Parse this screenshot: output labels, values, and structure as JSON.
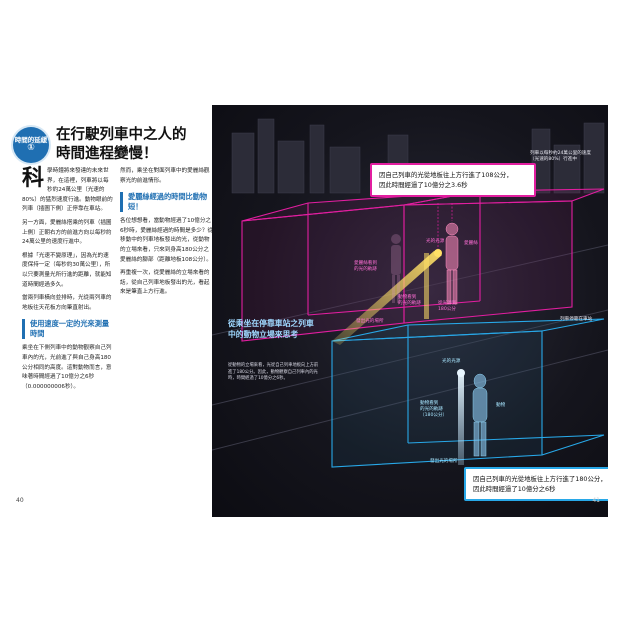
{
  "left_page": {
    "badge": {
      "label": "時間的延緩",
      "number": "①"
    },
    "title_lines": [
      "在行駛列車中之人的",
      "時間進程變慢！"
    ],
    "col1": {
      "dropcap": "科",
      "p1": "學時鐘將來發達的未來世界，在這裡，列車將以每秒約24萬公里（光速的80%）的猛烈速度行進。動物眼前的列車（插圖下側）正停靠在車站。",
      "p2": "另一方面，愛麗絲搭乘的列車（插圖上側）正朝右方的前進方向以每秒約24萬公里的速度行進中。",
      "p3": "根據「光速不變原理」，因為光的速度保持一定（每秒約30萬公里），所以只要測量光所行進的距離，就能知道時間經過多久。",
      "p4": "當兩列車橫向並排時，光從兩列車的地板往天花板方向筆直射出。",
      "subhead": "使用速度一定的光來測量時間",
      "p5": "乘坐在下側列車中的動物觀察自己列車內的光，光前進了與自己身高180公分相同的高度。這對動物而言，意味著時間經過了10億分之6秒（0.000000006秒）。"
    },
    "col2": {
      "p1": "然而，乘坐在對面列車中的愛麗絲觀察光的前進情形。",
      "subhead": "愛麗絲經過的時間比動物短！",
      "p2": "各位想想看，當動物經過了10億分之6秒時，愛麗絲經過的時間是多少？從移動中的列車地板發出的光，從動物的立場來看，只來到身高180公分之愛麗絲的腳部（距離地板108公分）。",
      "p3": "再重複一次，從愛麗絲的立場來看的話，從自己列車地板發出的光，看起來是筆直上方行進。"
    },
    "page_number": "40"
  },
  "right_page": {
    "upper_bubble_lines": [
      "因自己列車的光從地板往上方行進了108公分，",
      "因此時間經過了10億分之3.6秒"
    ],
    "lower_bubble_lines": [
      "因自己列車的光從地板往上方行進了180公分，",
      "因此時間經過了10億分之6秒"
    ],
    "label_moving_train": [
      "列車以每秒約24萬公里的速度",
      "（光速的80%）行進中"
    ],
    "label_stopped_train": "列車停靠在車站",
    "label_light_source": "光的光源",
    "label_alice": "愛麗絲",
    "label_alice_light": [
      "愛麗絲看到",
      "的光的軌跡"
    ],
    "label_light_108": [
      "從光源到",
      "180公分"
    ],
    "label_animal_light_from_upper": [
      "動物看到",
      "的光的軌跡"
    ],
    "label_source_upper": "發出光的場所",
    "label_source_lower": "發出光的場所",
    "label_animal": "動物",
    "label_animal_light": [
      "動物看到",
      "的光的軌跡",
      "（180公分）"
    ],
    "standing_title": "從乘坐在停靠車站之列車中的動物立場來思考",
    "standing_body": "從動物的立場來看，光從自己列車地板向上方前進了180公分。因此，動物觀察自己列車內的光時，時間經過了10億分之6秒。",
    "page_number": "41"
  },
  "colors": {
    "magenta": "#e21ea0",
    "cyan": "#28a8e8",
    "badge_blue": "#1f6fb2",
    "light_yellow": "#ffe066"
  }
}
